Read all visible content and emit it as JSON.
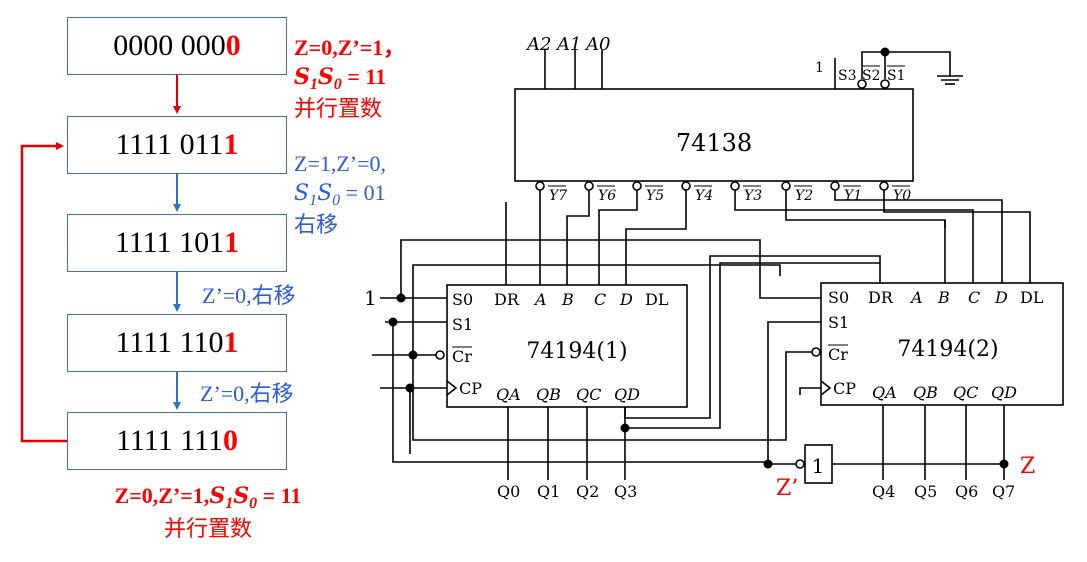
{
  "states": [
    {
      "prefix": "0000 000",
      "tail": "0"
    },
    {
      "prefix": "1111 011",
      "tail": "1"
    },
    {
      "prefix": "1111 101",
      "tail": "1"
    },
    {
      "prefix": "1111 110",
      "tail": "1"
    },
    {
      "prefix": "1111 111",
      "tail": "0"
    }
  ],
  "notes": {
    "n1_line1": "Z=0,Z’=1，",
    "n1_S": "S",
    "n1_s1": "1",
    "n1_S0": "S",
    "n1_s0": "0",
    "n1_eq": " = 11",
    "n1_line3": "并行置数",
    "n2_line1": "Z=1,Z’=0,",
    "n2_S": "S",
    "n2_s1": "1",
    "n2_S0": "S",
    "n2_s0": "0",
    "n2_eq": " = 01",
    "n2_line3": "右移",
    "n3": "Z’=0,右移",
    "n4": "Z’=0,右移",
    "n5_line1": "Z=0,Z’=1,",
    "n5_S": "S",
    "n5_s1": "1",
    "n5_S0": "S",
    "n5_s0": "0",
    "n5_eq": " = 11",
    "n5_line2": "并行置数"
  },
  "decoder": {
    "name": "74138",
    "inputs": [
      "A2",
      "A1",
      "A0"
    ],
    "enable_labels": [
      "S3",
      "S2",
      "S1"
    ],
    "enable_high": "1",
    "outputs": [
      "Y7",
      "Y6",
      "Y5",
      "Y4",
      "Y3",
      "Y2",
      "Y1",
      "Y0"
    ]
  },
  "shift1": {
    "name": "74194(1)",
    "top_pins": [
      "S0",
      "DR",
      "A",
      "B",
      "C",
      "D",
      "DL"
    ],
    "left_pins": [
      "S1",
      "Cr",
      "CP"
    ],
    "bottom_pins": [
      "QA",
      "QB",
      "QC",
      "QD"
    ],
    "outputs": [
      "Q0",
      "Q1",
      "Q2",
      "Q3"
    ]
  },
  "shift2": {
    "name": "74194(2)",
    "top_pins": [
      "S0",
      "DR",
      "A",
      "B",
      "C",
      "D",
      "DL"
    ],
    "left_pins": [
      "S1",
      "Cr",
      "CP"
    ],
    "bottom_pins": [
      "QA",
      "QB",
      "QC",
      "QD"
    ],
    "outputs": [
      "Q4",
      "Q5",
      "Q6",
      "Q7"
    ]
  },
  "inverter": {
    "label": "1"
  },
  "signals": {
    "one": "1",
    "z": "Z",
    "zprime": "Z’"
  },
  "colors": {
    "box_border": "#41719c",
    "red": "#ff0000",
    "blue": "#2e5bd6",
    "arrow_blue": "#2e75b6",
    "arrow_red": "#e00000"
  }
}
